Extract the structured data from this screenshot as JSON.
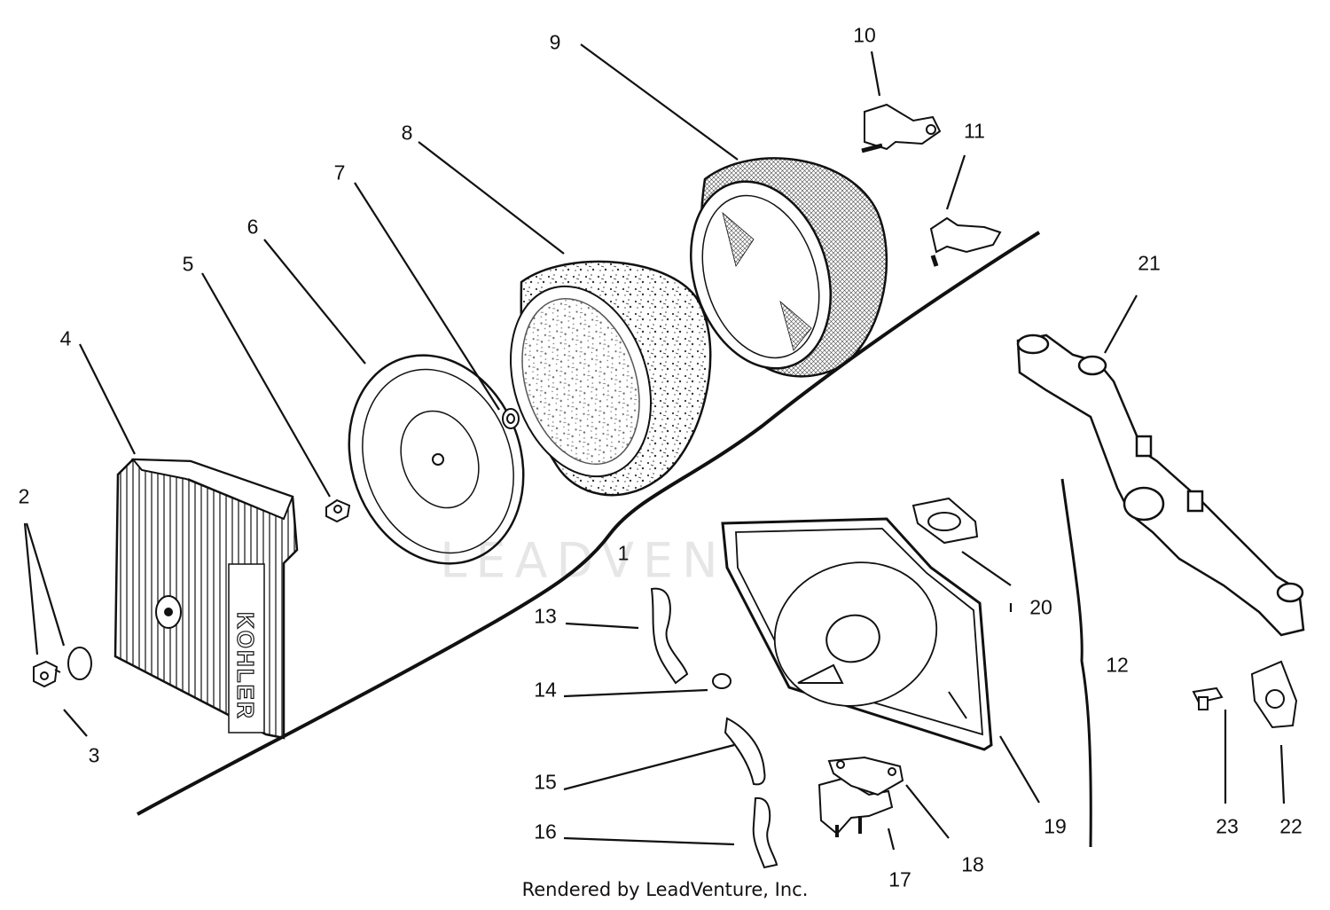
{
  "watermark": "LEADVENTURE",
  "footer": "Rendered by LeadVenture, Inc.",
  "callouts": [
    {
      "id": "1",
      "label": "1"
    },
    {
      "id": "2",
      "label": "2"
    },
    {
      "id": "3",
      "label": "3"
    },
    {
      "id": "4",
      "label": "4"
    },
    {
      "id": "5",
      "label": "5"
    },
    {
      "id": "6",
      "label": "6"
    },
    {
      "id": "7",
      "label": "7"
    },
    {
      "id": "8",
      "label": "8"
    },
    {
      "id": "9",
      "label": "9"
    },
    {
      "id": "10",
      "label": "10"
    },
    {
      "id": "11",
      "label": "11"
    },
    {
      "id": "12",
      "label": "12"
    },
    {
      "id": "13",
      "label": "13"
    },
    {
      "id": "14",
      "label": "14"
    },
    {
      "id": "15",
      "label": "15"
    },
    {
      "id": "16",
      "label": "16"
    },
    {
      "id": "17",
      "label": "17"
    },
    {
      "id": "18",
      "label": "18"
    },
    {
      "id": "19",
      "label": "19"
    },
    {
      "id": "20",
      "label": "20"
    },
    {
      "id": "21",
      "label": "21"
    },
    {
      "id": "22",
      "label": "22"
    },
    {
      "id": "23",
      "label": "23"
    }
  ],
  "parts": {
    "cover_brand": "KOHLER"
  }
}
